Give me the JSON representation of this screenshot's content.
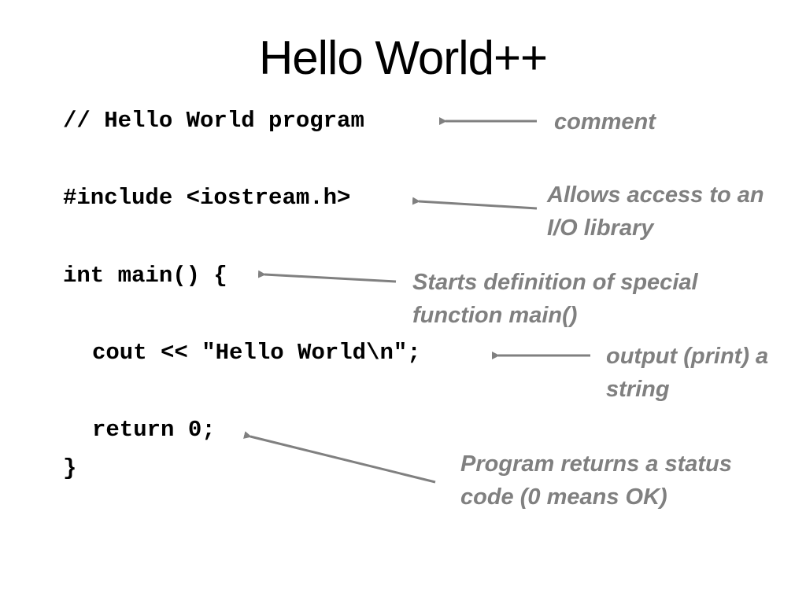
{
  "title": "Hello World++",
  "code": {
    "line1": "// Hello World program",
    "line2": "#include <iostream.h>",
    "line3": "int main() {",
    "line4": "cout << \"Hello World\\n\";",
    "line5": "return 0;",
    "line6": "}"
  },
  "annotations": {
    "comment": "comment",
    "include": "Allows access to an I/O library",
    "main": "Starts definition of special function main()",
    "cout": "output (print) a string",
    "return": "Program returns a status code (0 means OK)"
  },
  "colors": {
    "code_text": "#000000",
    "annotation_text": "#808080",
    "arrow": "#808080"
  }
}
